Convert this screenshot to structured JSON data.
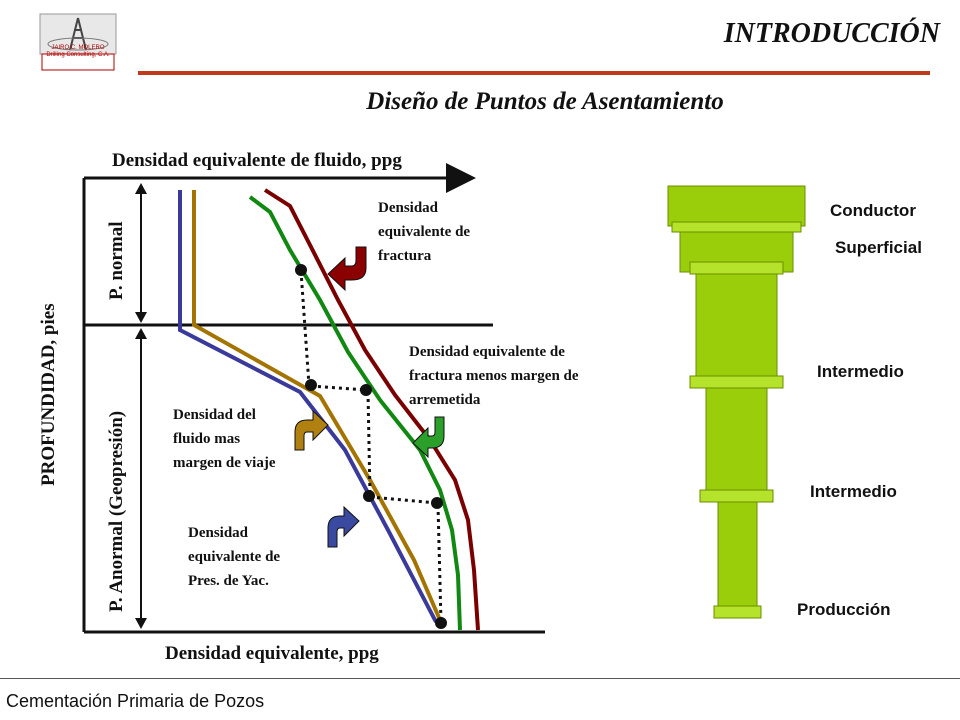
{
  "header": {
    "title": "INTRODUCCIÓN",
    "subtitle": "Diseño de Puntos de Asentamiento",
    "logo_text_line1": "JAIRO C. MOLERO",
    "logo_text_line2": "Drilling Consulting, C.A."
  },
  "diagram": {
    "top_axis_label": "Densidad equivalente de fluido, ppg",
    "bottom_axis_label": "Densidad equivalente, ppg",
    "depth_label": "PROFUNDIDAD, pies",
    "zone_normal_label": "P. normal",
    "zone_abnormal_label": "P. Anormal  (Geopresión)",
    "annotations": {
      "fracture": [
        "Densidad",
        "equivalente de",
        "fractura"
      ],
      "fracture_minus_kick": [
        "Densidad equivalente de",
        "fractura menos margen de",
        "arremetida"
      ],
      "mud_plus_trip": [
        "Densidad del",
        "fluido mas",
        "margen de viaje"
      ],
      "pore_pressure": [
        "Densidad",
        "equivalente de",
        "Pres. de Yac."
      ]
    },
    "colors": {
      "pore_pressure": "#3a3a9a",
      "mud_weight": "#a47400",
      "fracture_minus_margin": "#118811",
      "fracture": "#7a0000",
      "casing": "#9acd0a",
      "title_rule": "#c0391b"
    }
  },
  "casing": {
    "labels": [
      "Conductor",
      "Superficial",
      "Intermedio",
      "Intermedio",
      "Producción"
    ]
  },
  "footer": {
    "text": "Cementación Primaria de Pozos"
  }
}
